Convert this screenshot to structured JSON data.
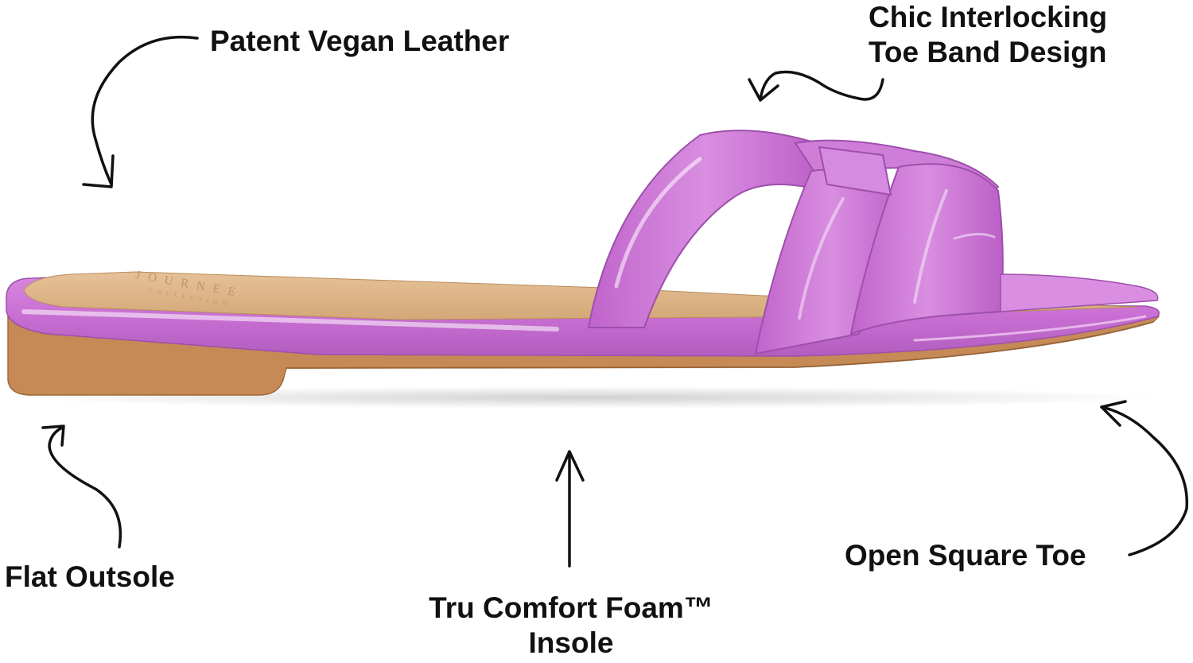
{
  "labels": {
    "patent": "Patent Vegan Leather",
    "chic_line1": "Chic Interlocking",
    "chic_line2": "Toe Band Design",
    "flat": "Flat Outsole",
    "foam_line1": "Tru Comfort Foam™",
    "foam_line2": "Insole",
    "toe": "Open Square Toe"
  },
  "insole_brand": {
    "line1": "JOURNEE",
    "line2": "COLLECTION"
  },
  "colors": {
    "upper": "#c96fd3",
    "upper_dark": "#a655b4",
    "upper_light": "#e3aee8",
    "sole": "#c58a55",
    "insole": "#deb487",
    "ink": "#111111"
  }
}
